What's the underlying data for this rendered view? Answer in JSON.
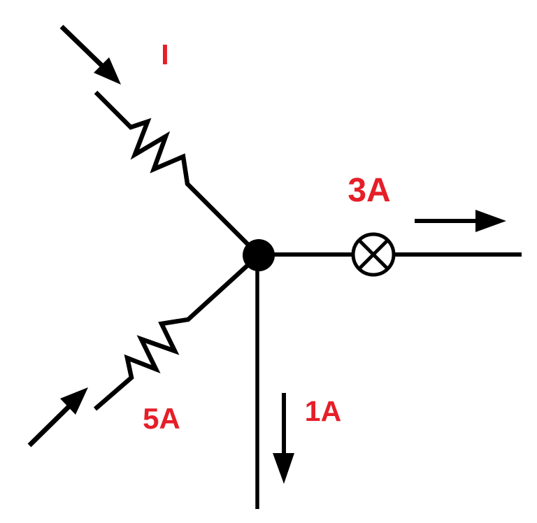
{
  "diagram_type": "circuit-current-junction",
  "colors": {
    "background": "#ffffff",
    "wire": "#000000",
    "label_red": "#e61e28"
  },
  "labels": {
    "upper_left_current": "I",
    "right_current": "3A",
    "lower_left_current": "5A",
    "bottom_current": "1A"
  }
}
